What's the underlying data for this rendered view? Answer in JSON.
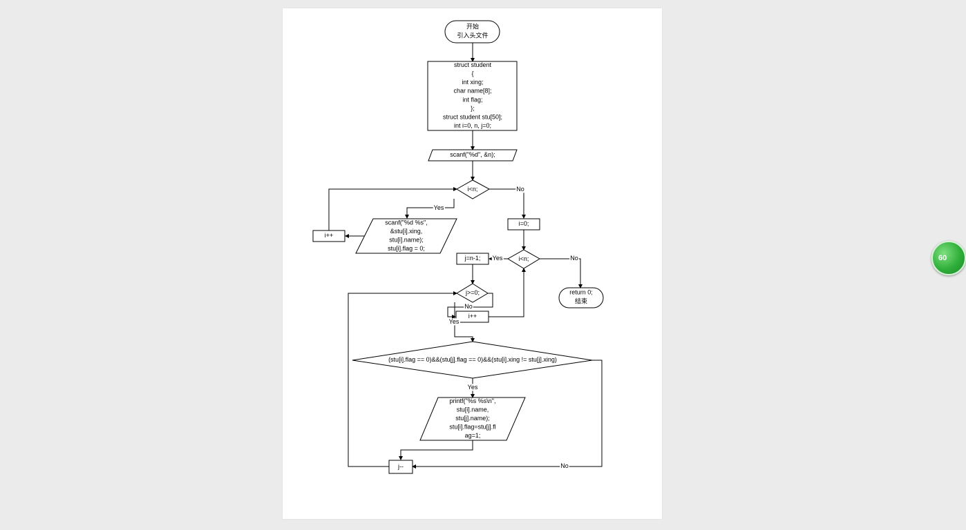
{
  "flowchart": {
    "start": [
      "开始",
      "引入头文件"
    ],
    "struct_block": [
      "struct student",
      "{",
      "int xing;",
      "char name[8];",
      "int flag;",
      "};",
      "struct student stu[50];",
      "int i=0, n, j=0;"
    ],
    "input_n": [
      "scanf(\"%d\", &n);"
    ],
    "cond_i_lt_n_1": [
      "i<n;"
    ],
    "input_student": [
      "scanf(\"%d %s\",",
      "&stu[i].xing,",
      "stu[i].name);",
      "stu[i].flag = 0;"
    ],
    "inc_i_1": [
      "i++"
    ],
    "set_i0": [
      "i=0;"
    ],
    "cond_i_lt_n_2": [
      "i<n;"
    ],
    "set_j": [
      "j=n-1;"
    ],
    "end": [
      "return 0;",
      "结束"
    ],
    "cond_j_ge_0": [
      "j>=0;"
    ],
    "inc_i_2": [
      "i++"
    ],
    "cond_match": [
      "(stu[i].flag == 0)&&(stu[j].flag == 0)&&(stu[i].xing != stu[j].xing)"
    ],
    "print_pair": [
      "printf(\"%s %s\\n\",",
      "stu[i].name,",
      "stu[j].name);",
      "stu[i].flag=stu[j].fl",
      "ag=1;"
    ],
    "dec_j": [
      "j--"
    ],
    "labels": {
      "yes_1": "Yes",
      "no_1": "No",
      "yes_2": "Yes",
      "no_2": "No",
      "no_3": "No",
      "yes_3": "Yes",
      "yes_4": "Yes",
      "no_4": "No"
    }
  },
  "badge": {
    "text": "60"
  },
  "colors": {
    "page": "#ffffff",
    "background": "#ebebeb",
    "badge": "#2fae3a"
  }
}
